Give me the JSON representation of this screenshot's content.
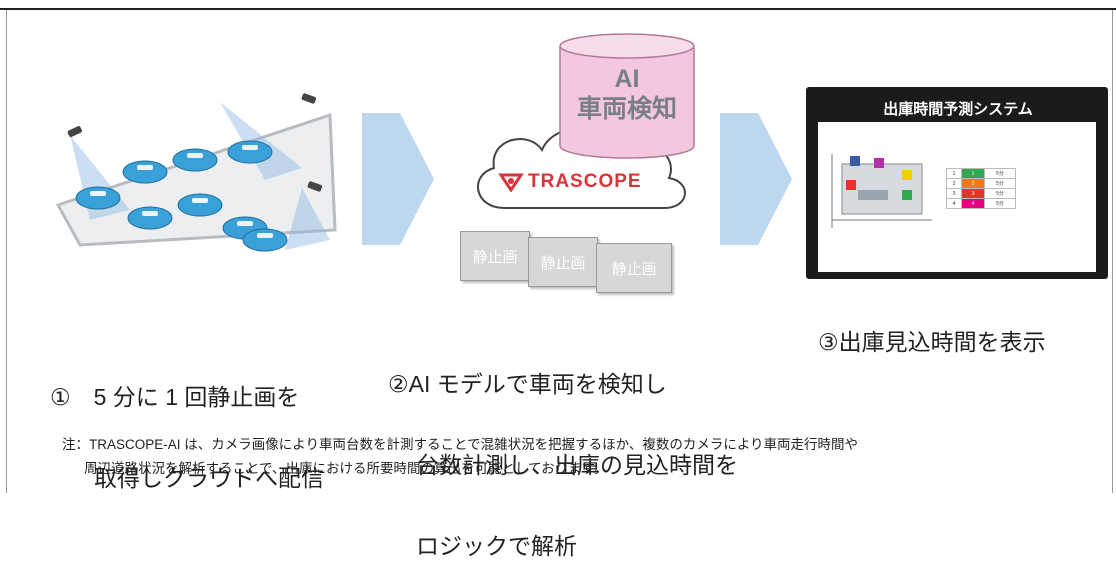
{
  "step1": {
    "line1": "①　5 分に 1 回静止画を",
    "line2": "取得しクラウドへ配信"
  },
  "cloud": {
    "db_line1": "AI",
    "db_line2": "車両検知",
    "logo_text": "TRASCOPE",
    "still_images": [
      "静止画",
      "静止画",
      "静止画"
    ]
  },
  "step2": {
    "line1": "②AI モデルで車両を検知し",
    "line2": "台数計測し、出庫の見込時間を",
    "line3": "ロジックで解析"
  },
  "monitor": {
    "title": "出庫時間予測システム",
    "rows": [
      {
        "no": "1",
        "level": "1",
        "time": "5分",
        "color": "#2fa84f"
      },
      {
        "no": "2",
        "level": "2",
        "time": "5分",
        "color": "#f07a1a"
      },
      {
        "no": "3",
        "level": "3",
        "time": "5分",
        "color": "#e8332a"
      },
      {
        "no": "4",
        "level": "4",
        "time": "5分",
        "color": "#e5007f"
      }
    ]
  },
  "step3": {
    "line1": "③出庫見込時間を表示"
  },
  "note": {
    "line1": "注：TRASCOPE-AI は、カメラ画像により車両台数を計測することで混雑状況を把握するほか、複数のカメラにより車両走行時間や",
    "line2": "周辺道路状況を解析することで、出庫における所要時間の算出を可能としております。"
  },
  "colors": {
    "arrow": "#bcd7ee",
    "database": "#f3c8df",
    "logo_red": "#d9343a",
    "car": "#3aa0d8",
    "monitor": "#1b1b1b"
  }
}
